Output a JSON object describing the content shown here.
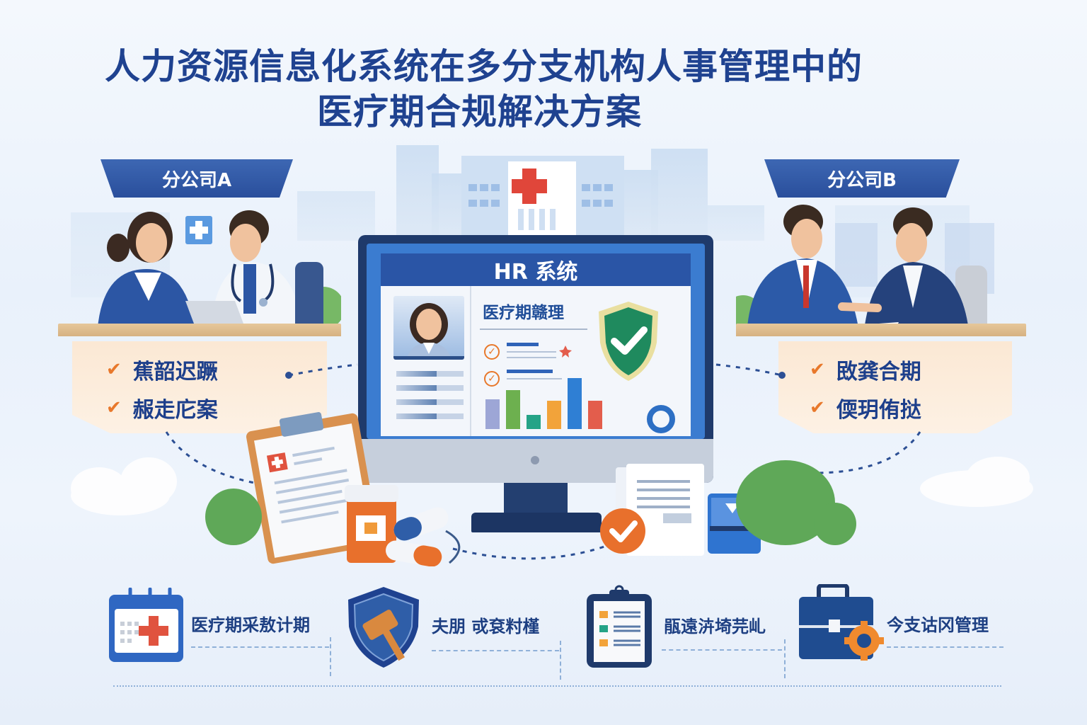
{
  "title": {
    "line1": "人力资源信息化系统在多分支机构人事管理中的",
    "line2": "医疗期合规解决方案"
  },
  "branches": {
    "a": {
      "label": "分公司A",
      "scene": "woman-in-blue-suit-and-doctor-at-desk-with-laptop",
      "bullets": [
        "蕉韶迟蹶",
        "赧走庀案"
      ]
    },
    "b": {
      "label": "分公司B",
      "scene": "two-businessmen-shaking-hands-at-desk",
      "bullets": [
        "敃龚合期",
        "偄玥侑挞"
      ]
    }
  },
  "hr_system": {
    "header": "HR 系统",
    "panel_title": "医疗期赣理",
    "icons": {
      "shield": "green-shield-check-icon",
      "donut": "donut-chart-icon",
      "avatar": "female-employee-avatar"
    },
    "chart": {
      "type": "bar",
      "bars": [
        {
          "height": 42,
          "color": "#9da6d6"
        },
        {
          "height": 55,
          "color": "#6db04f"
        },
        {
          "height": 20,
          "color": "#25a387"
        },
        {
          "height": 40,
          "color": "#f2a33a"
        },
        {
          "height": 72,
          "color": "#2f7fd4"
        },
        {
          "height": 40,
          "color": "#e35d4c"
        }
      ]
    }
  },
  "props": [
    "medical-clipboard",
    "pill-bottle",
    "capsules",
    "orange-check-badge",
    "document-stack",
    "blue-id-card"
  ],
  "features": [
    {
      "icon": "calendar-medical-icon",
      "label": "医疗期采敖计期"
    },
    {
      "icon": "shield-gavel-icon",
      "label": "夫朋 戓袞籿槿"
    },
    {
      "icon": "clipboard-checklist-icon",
      "label": "瓹遠泋埼芫乢"
    },
    {
      "icon": "briefcase-gear-icon",
      "label": "今支诂冈管理"
    }
  ],
  "colors": {
    "title": "#1f4290",
    "ribbon": "#2f57a4",
    "accent_orange": "#e8782b",
    "card_bg": "#fbe8d4",
    "monitor": "#1f3a6b",
    "screen_header": "#2a55a6",
    "shield_green": "#1f8a5e",
    "red_cross": "#e0463a"
  }
}
